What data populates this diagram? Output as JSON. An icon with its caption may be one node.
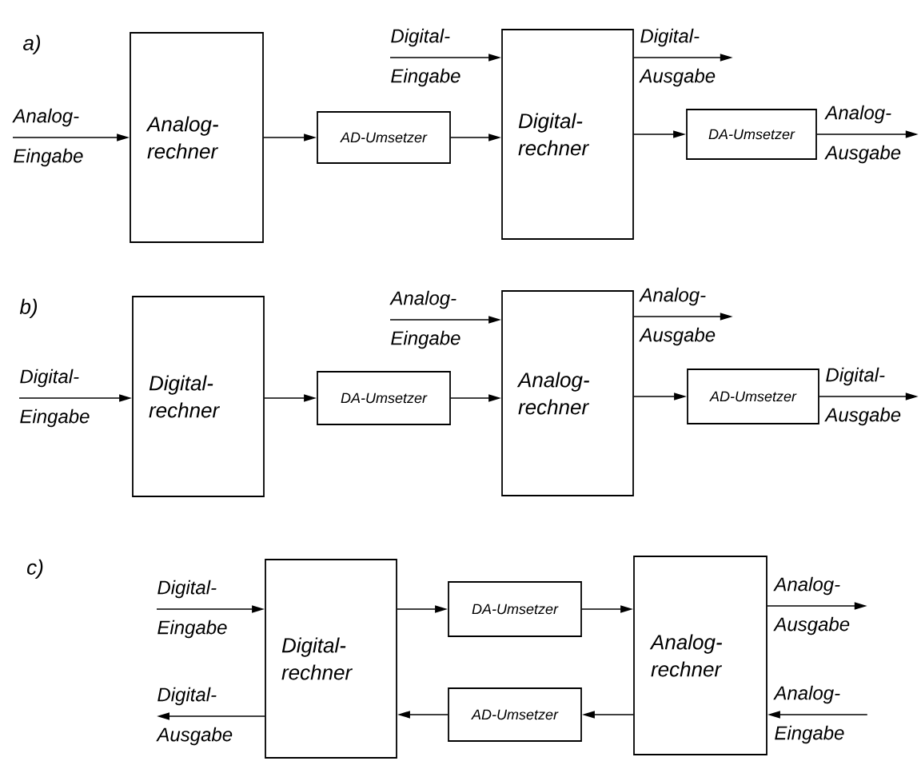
{
  "diagram": {
    "nodes": [
      {
        "text": [
          "Analog- Eingabe"
        ]
      },
      {
        "text": [
          "Analog- rechner"
        ]
      },
      {
        "text": [
          "AD-Umsetzer"
        ]
      },
      {
        "text": [
          "Digital- Eingabe"
        ]
      },
      {
        "text": [
          "Digital- rechner"
        ]
      },
      {
        "text": [
          "Digital- Ausgabe"
        ]
      },
      {
        "text": [
          "DA-Umsetzer"
        ]
      },
      {
        "text": [
          "Analog- Ausgabe"
        ]
      },
      {
        "text": [
          "Digital- Eingabe"
        ]
      },
      {
        "text": [
          "Digital- rechner"
        ]
      },
      {
        "text": [
          "DA-Umsetzer"
        ]
      },
      {
        "text": [
          "Analog- Eingabe"
        ]
      },
      {
        "text": [
          "Analog- rechner"
        ]
      },
      {
        "text": [
          "Analog- Ausgabe"
        ]
      },
      {
        "text": [
          "AD-Umsetzer"
        ]
      },
      {
        "text": [
          "Digital- Ausgabe"
        ]
      },
      {
        "text": [
          "Digital- Eingabe"
        ]
      },
      {
        "text": [
          "Digital- Ausgabe"
        ]
      },
      {
        "text": [
          "Digital- rechner"
        ]
      },
      {
        "text": [
          "DA-Umsetzer"
        ]
      },
      {
        "text": [
          "AD-Umsetzer"
        ]
      },
      {
        "text": [
          "Analog- rechner"
        ]
      },
      {
        "text": [
          "Analog- Ausgabe"
        ]
      },
      {
        "text": [
          "Analog- Eingabe"
        ]
      }
    ],
    "edges": [
      {
        "from": 0,
        "to": 1,
        "arrow": "to"
      },
      {
        "from": 1,
        "to": 2,
        "arrow": "to"
      },
      {
        "from": 2,
        "to": 4,
        "arrow": "to"
      },
      {
        "from": 3,
        "to": 4,
        "arrow": "to"
      },
      {
        "from": 4,
        "to": 5,
        "arrow": "to"
      },
      {
        "from": 4,
        "to": 6,
        "arrow": "to"
      },
      {
        "from": 6,
        "to": 7,
        "arrow": "to"
      },
      {
        "from": 8,
        "to": 9,
        "arrow": "to"
      },
      {
        "from": 9,
        "to": 10,
        "arrow": "to"
      },
      {
        "from": 10,
        "to": 12,
        "arrow": "to"
      },
      {
        "from": 11,
        "to": 12,
        "arrow": "to"
      },
      {
        "from": 12,
        "to": 13,
        "arrow": "to"
      },
      {
        "from": 12,
        "to": 14,
        "arrow": "to"
      },
      {
        "from": 14,
        "to": 15,
        "arrow": "to"
      },
      {
        "from": 16,
        "to": 18,
        "arrow": "to"
      },
      {
        "from": 18,
        "to": 17,
        "arrow": "to"
      },
      {
        "from": 18,
        "to": 19,
        "arrow": "to"
      },
      {
        "from": 19,
        "to": 21,
        "arrow": "to"
      },
      {
        "from": 21,
        "to": 20,
        "arrow": "to"
      },
      {
        "from": 20,
        "to": 18,
        "arrow": "to"
      },
      {
        "from": 21,
        "to": 22,
        "arrow": "to"
      },
      {
        "from": 23,
        "to": 21,
        "arrow": "to"
      }
    ],
    "labels": [
      "a)",
      "b)",
      "c)"
    ]
  }
}
